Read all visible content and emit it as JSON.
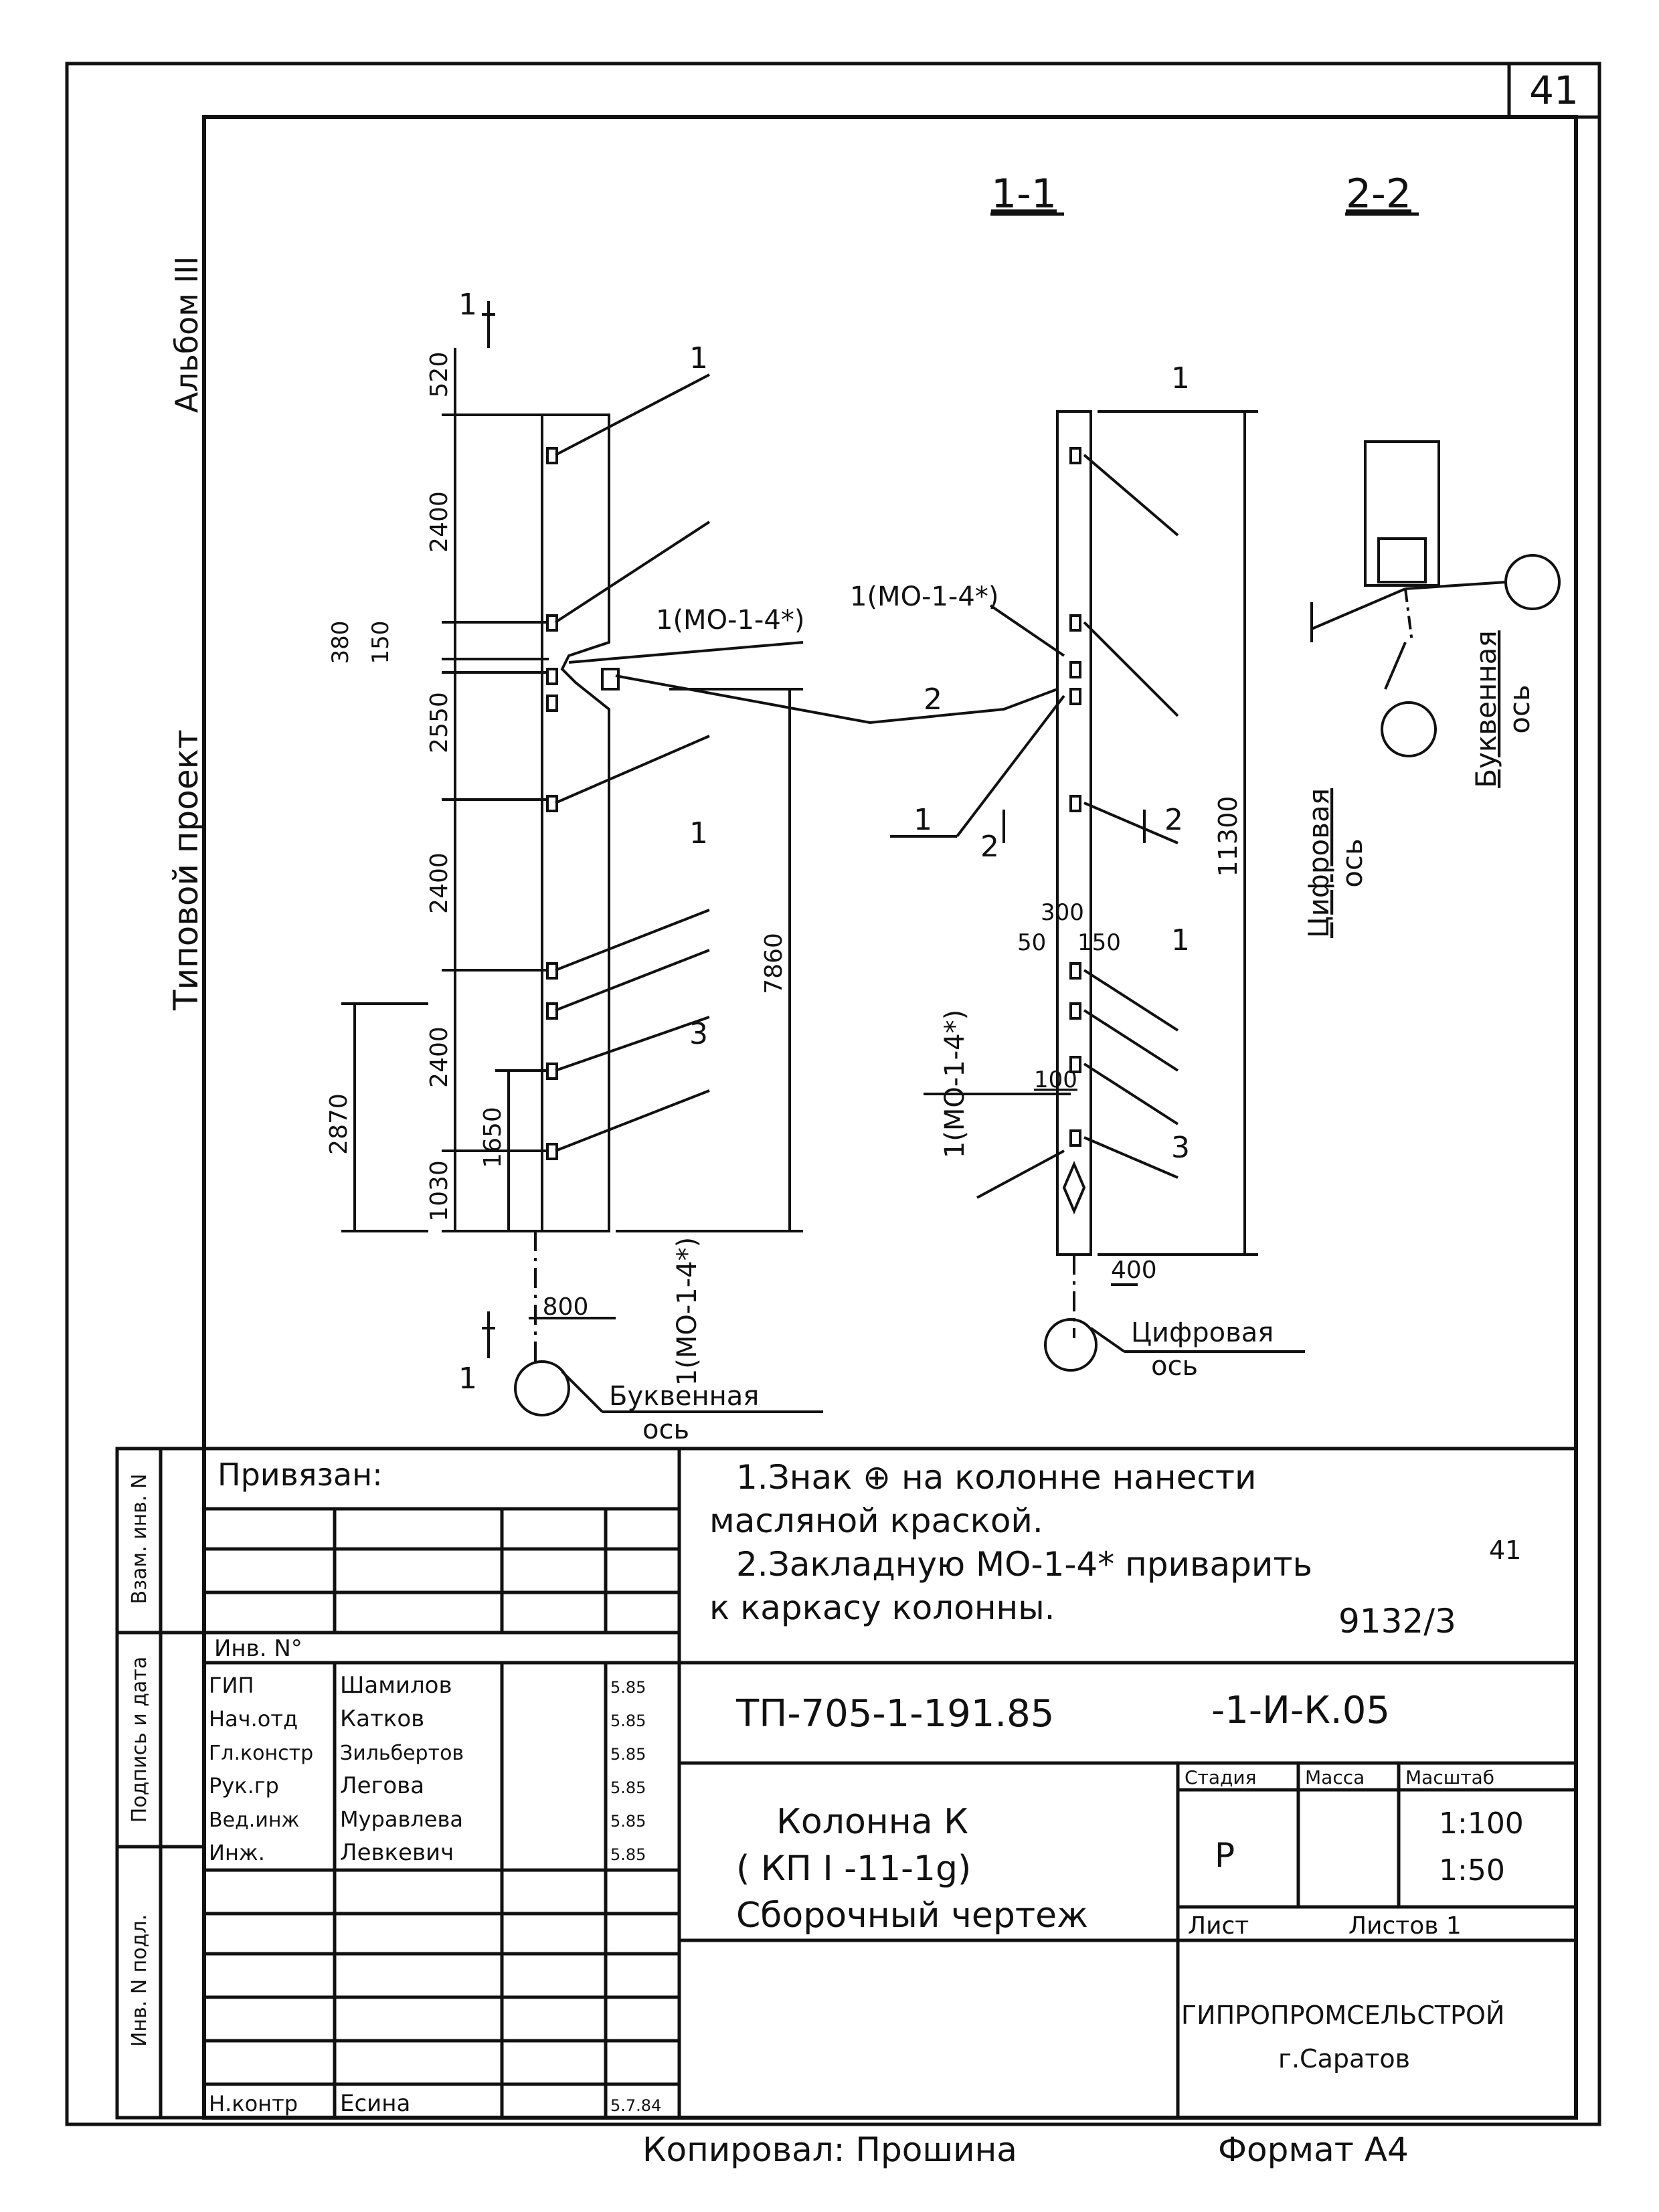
{
  "page_number": "41",
  "side": {
    "album": "Альбом III",
    "project": "Типовой проект",
    "stamp_labels": [
      "Инв. N подл.",
      "Подпись и дата",
      "Взам. инв. N"
    ]
  },
  "sections": {
    "s11": "1-1",
    "s22": "2-2"
  },
  "left_view": {
    "dims_outer": [
      "520",
      "2400",
      "380",
      "150",
      "2550",
      "2400",
      "2400",
      "1030"
    ],
    "dim_1650": "1650",
    "dim_2870": "2870",
    "dim_7860": "7860",
    "dim_800": "800",
    "cut_mark": "1",
    "pos1": "1",
    "pos3": "3",
    "mo_top": "1(МО-1-4*)",
    "mo_bottom": "1(МО-1-4*)",
    "pos2": "2",
    "axis": "Буквенная",
    "axis2": "ось"
  },
  "middle_view": {
    "mo_top": "1(МО-1-4*)",
    "mo_bottom": "1(МО-1-4*)",
    "cut_mark": "1",
    "cut2": "2",
    "dim_300": "300",
    "dim_50a": "50",
    "dim_150": "150",
    "dim_100": "100",
    "dim_400": "400",
    "dim_11300": "11300",
    "pos1": "1",
    "pos3": "3",
    "axis": "Цифровая",
    "axis2": "ось"
  },
  "right_view": {
    "axis_digit": "Цифровая",
    "axis_digit2": "ось",
    "axis_letter": "Буквенная",
    "axis_letter2": "ось"
  },
  "notes": {
    "line1": "1.Знак ⊕ на колонне нанести",
    "line2": "масляной краской.",
    "line3": "2.Закладную МО-1-4* приварить",
    "line4": "к каркасу колонны.",
    "small41": "41",
    "code": "9132/3"
  },
  "title_block": {
    "privyazan": "Привязан:",
    "inv": "Инв. N°",
    "roles": [
      "ГИП",
      "Нач.отд",
      "Гл.констр",
      "Рук.гр",
      "Вед.инж",
      "Инж."
    ],
    "names": [
      "Шамилов",
      "Катков",
      "Зильбертов",
      "Легова",
      "Муравлева",
      "Левкевич"
    ],
    "dates": [
      "5.85",
      "5.85",
      "5.85",
      "5.85",
      "5.85",
      "5.85"
    ],
    "nkontr_role": "Н.контр",
    "nkontr_name": "Есина",
    "nkontr_date": "5.7.84",
    "designation_left": "ТП-705-1-191.85",
    "designation_right": "-1-И-К.05",
    "title1": "Колонна К",
    "title2": "( КП I -11-1g)",
    "title3": "Сборочный чертеж",
    "col_stage": "Стадия",
    "col_mass": "Масса",
    "col_scale": "Масштаб",
    "stage": "Р",
    "scale1": "1:100",
    "scale2": "1:50",
    "sheet": "Лист",
    "sheets": "Листов 1",
    "org1": "ГИПРОПРОМСЕЛЬСТРОЙ",
    "org2": "г.Саратов"
  },
  "footer": {
    "copied": "Копировал: Прошина",
    "format": "Формат А4"
  }
}
